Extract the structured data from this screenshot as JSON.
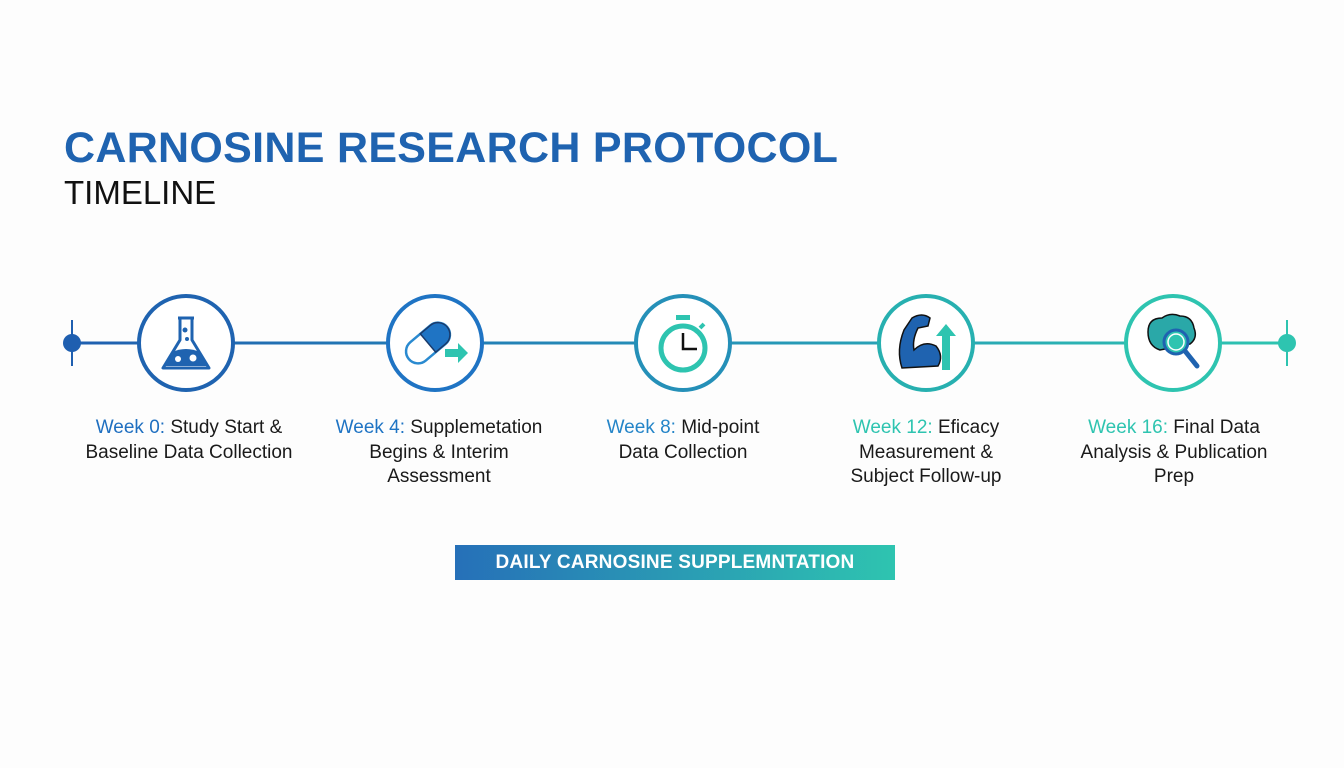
{
  "title": "CARNOSINE RESEARCH PROTOCOL",
  "subtitle": "TIMELINE",
  "colors": {
    "blue": "#1f63b0",
    "teal": "#2ec4b0"
  },
  "steps": [
    {
      "week": "Week 0:",
      "text": "Study Start & Baseline Data Collection",
      "icon": "flask-icon",
      "color": "#1f6fc0"
    },
    {
      "week": "Week 4:",
      "text": "Supplemetation Begins & Interim Assessment",
      "icon": "capsule-arrow-icon",
      "color": "#1f74c4"
    },
    {
      "week": "Week 8:",
      "text": "Mid-point Data Collection",
      "icon": "stopwatch-icon",
      "color": "#2585c8"
    },
    {
      "week": "Week 12:",
      "text": "Eficacy Measurement & Subject Follow-up",
      "icon": "flexed-arm-up-icon",
      "color": "#2ec4b0"
    },
    {
      "week": "Week 16:",
      "text": "Final Data Analysis & Publication Prep",
      "icon": "brain-magnifier-icon",
      "color": "#2ec4b0"
    }
  ],
  "banner": "DAILY CARNOSINE SUPPLEMNTATION"
}
